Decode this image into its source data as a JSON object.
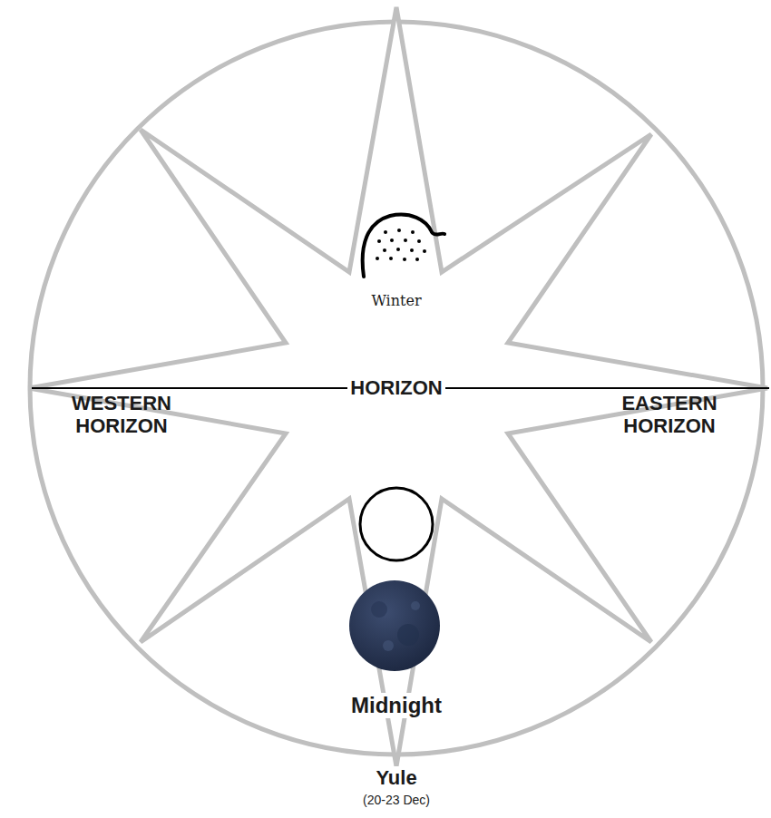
{
  "diagram": {
    "labels": [
      "Winter",
      "HORIZON",
      "WESTERN HORIZON",
      "EASTERN HORIZON",
      "Midnight",
      "Yule",
      "(20-23 Dec)"
    ]
  }
}
